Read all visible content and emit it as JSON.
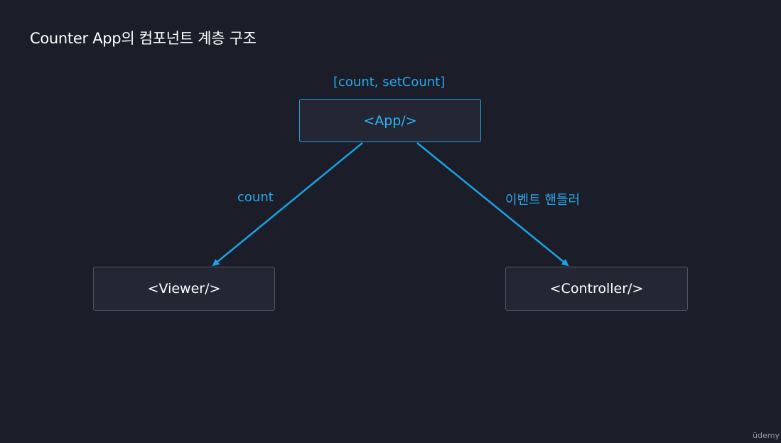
{
  "title": "Counter App의 컴포넌트 계층 구조",
  "nodes": {
    "app": "<App/>",
    "viewer": "<Viewer/>",
    "controller": "<Controller/>"
  },
  "labels": {
    "state": "[count, setCount]",
    "app_to_viewer": "count",
    "app_to_controller": "이벤트 핸들러"
  },
  "watermark": "ūdemy",
  "colors": {
    "background": "#1b1d29",
    "accent": "#29b6f6",
    "node_fill": "#242634",
    "node_border": "#525565"
  }
}
